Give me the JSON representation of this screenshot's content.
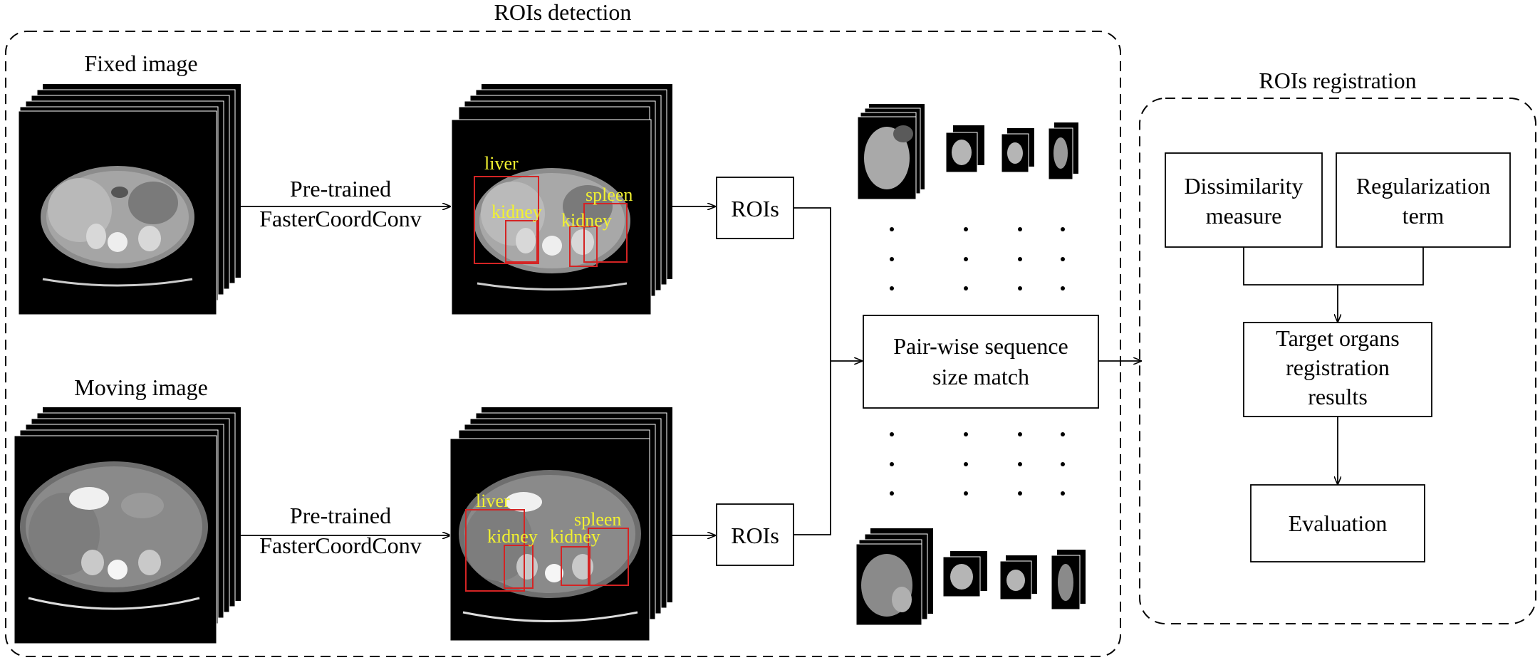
{
  "detection": {
    "title": "ROIs detection",
    "fixed_label": "Fixed image",
    "moving_label": "Moving image",
    "model_top_line1": "Pre-trained",
    "model_top_line2": "FasterCoordConv",
    "model_bottom_line1": "Pre-trained",
    "model_bottom_line2": "FasterCoordConv",
    "rois_top": "ROIs",
    "rois_bottom": "ROIs",
    "labels_fixed": [
      "liver",
      "kidney",
      "spleen",
      "kidney"
    ],
    "labels_moving": [
      "liver",
      "kidney",
      "kidney",
      "spleen"
    ],
    "match_line1": "Pair-wise sequence",
    "match_line2": "size match"
  },
  "registration": {
    "title": "ROIs registration",
    "dissimilarity_line1": "Dissimilarity",
    "dissimilarity_line2": "measure",
    "regularization_line1": "Regularization",
    "regularization_line2": "term",
    "target_line1": "Target organs",
    "target_line2": "registration",
    "target_line3": "results",
    "evaluation": "Evaluation"
  },
  "colors": {
    "annotation_text": "#f2f230",
    "bbox": "#d42424",
    "line": "#000000"
  }
}
